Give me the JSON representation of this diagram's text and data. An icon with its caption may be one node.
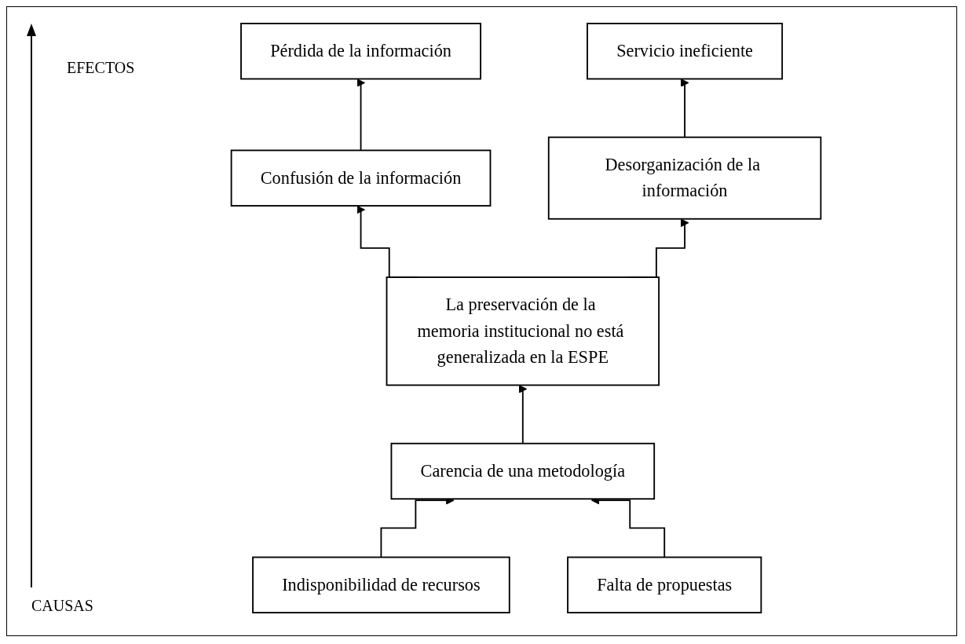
{
  "diagram": {
    "nodes": [
      {
        "text": [
          "Pérdida de la información"
        ]
      },
      {
        "text": [
          "Servicio ineficiente"
        ]
      },
      {
        "text": [
          "Confusión de la información"
        ]
      },
      {
        "text": [
          "Desorganización de la información"
        ]
      },
      {
        "text": [
          "La preservación de la memoria institucional no está generalizada en la ESPE"
        ]
      },
      {
        "text": [
          "Carencia de una metodología"
        ]
      },
      {
        "text": [
          "Indisponibilidad de recursos"
        ]
      },
      {
        "text": [
          "Falta de propuestas"
        ]
      }
    ],
    "edges": [
      {
        "from": 2,
        "to": 0,
        "arrow": "to"
      },
      {
        "from": 3,
        "to": 1,
        "arrow": "to"
      },
      {
        "from": 4,
        "to": 2,
        "arrow": "to"
      },
      {
        "from": 4,
        "to": 3,
        "arrow": "to"
      },
      {
        "from": 5,
        "to": 4,
        "arrow": "to"
      },
      {
        "from": 6,
        "to": 5,
        "arrow": "to"
      },
      {
        "from": 7,
        "to": 5,
        "arrow": "to"
      }
    ],
    "labels": [
      "EFECTOS",
      "CAUSAS"
    ]
  }
}
